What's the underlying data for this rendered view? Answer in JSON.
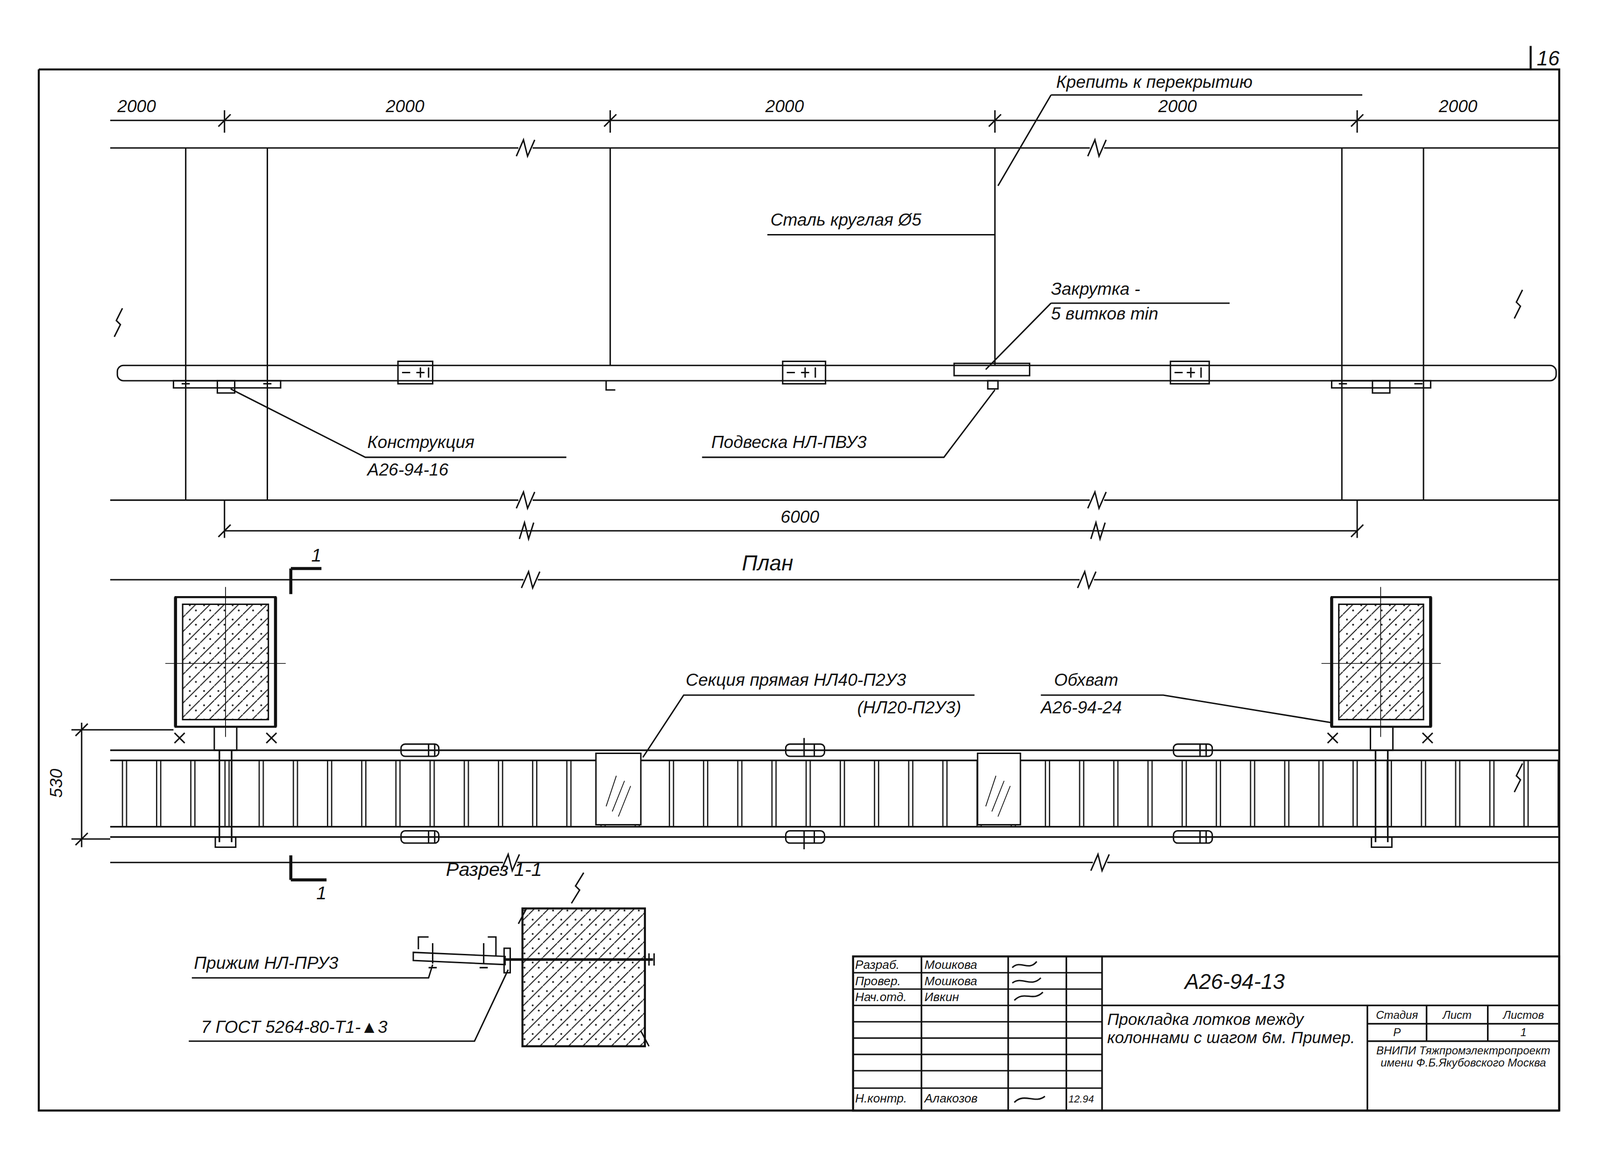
{
  "diagram": {
    "labels": [
      "16",
      "2000",
      "2000",
      "2000",
      "Крепить к перекрытию",
      "2000",
      "2000",
      "Сталь круглая Ø5",
      "Закрутка -",
      "5 витков min",
      "Конструкция",
      "А26-94-16",
      "Подвеска НЛ-ПВУ3",
      "6000",
      "1",
      "План",
      "Секция прямая НЛ40-П2У3",
      "(НЛ20-П2У3)",
      "Обхват",
      "А26-94-24",
      "530",
      "1",
      "Разрез 1-1",
      "Прижим НЛ-ПРУ3",
      "7 ГОСТ 5264-80-Т1-▲3",
      "Разраб.",
      "Мошкова",
      "Провер.",
      "Мошкова",
      "Нач.отд.",
      "Ивкин",
      "Н.контр.",
      "Алакозов",
      "12.94",
      "А26-94-13",
      "Прокладка лотков между колоннами с шагом 6м. Пример.",
      "Стадия",
      "Лист",
      "Листов",
      "Р",
      "1",
      "ВНИПИ Тяжпромэлектропроект имени Ф.Б.Якубовского Москва"
    ]
  }
}
